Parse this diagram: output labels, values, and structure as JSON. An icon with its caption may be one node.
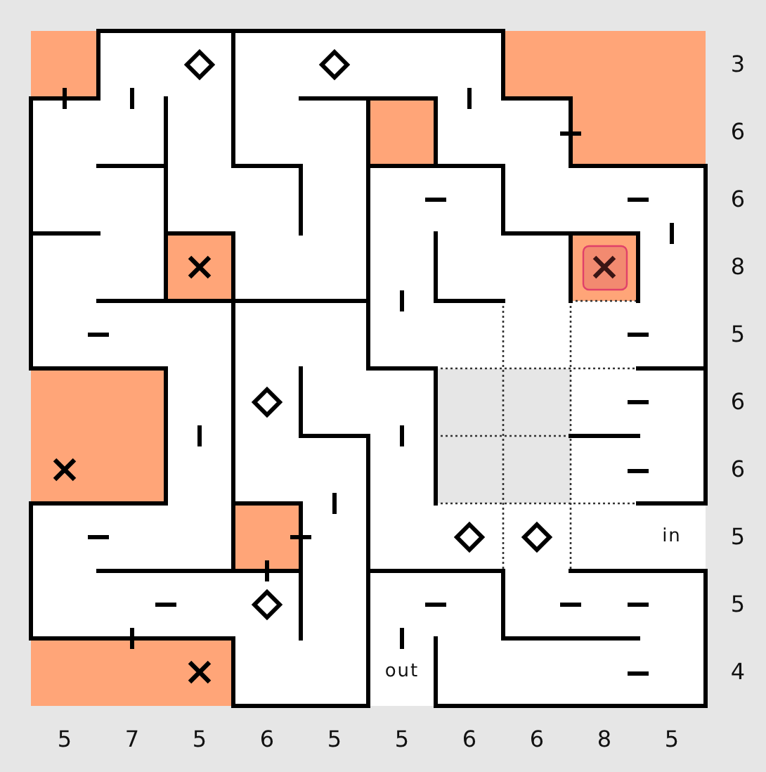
{
  "diagram": {
    "labels": [
      "3",
      "6",
      "6",
      "8",
      "5",
      "6",
      "6",
      "in",
      "5",
      "5",
      "out",
      "4",
      "5",
      "7",
      "5",
      "6",
      "5",
      "5",
      "6",
      "6",
      "8",
      "5"
    ]
  }
}
